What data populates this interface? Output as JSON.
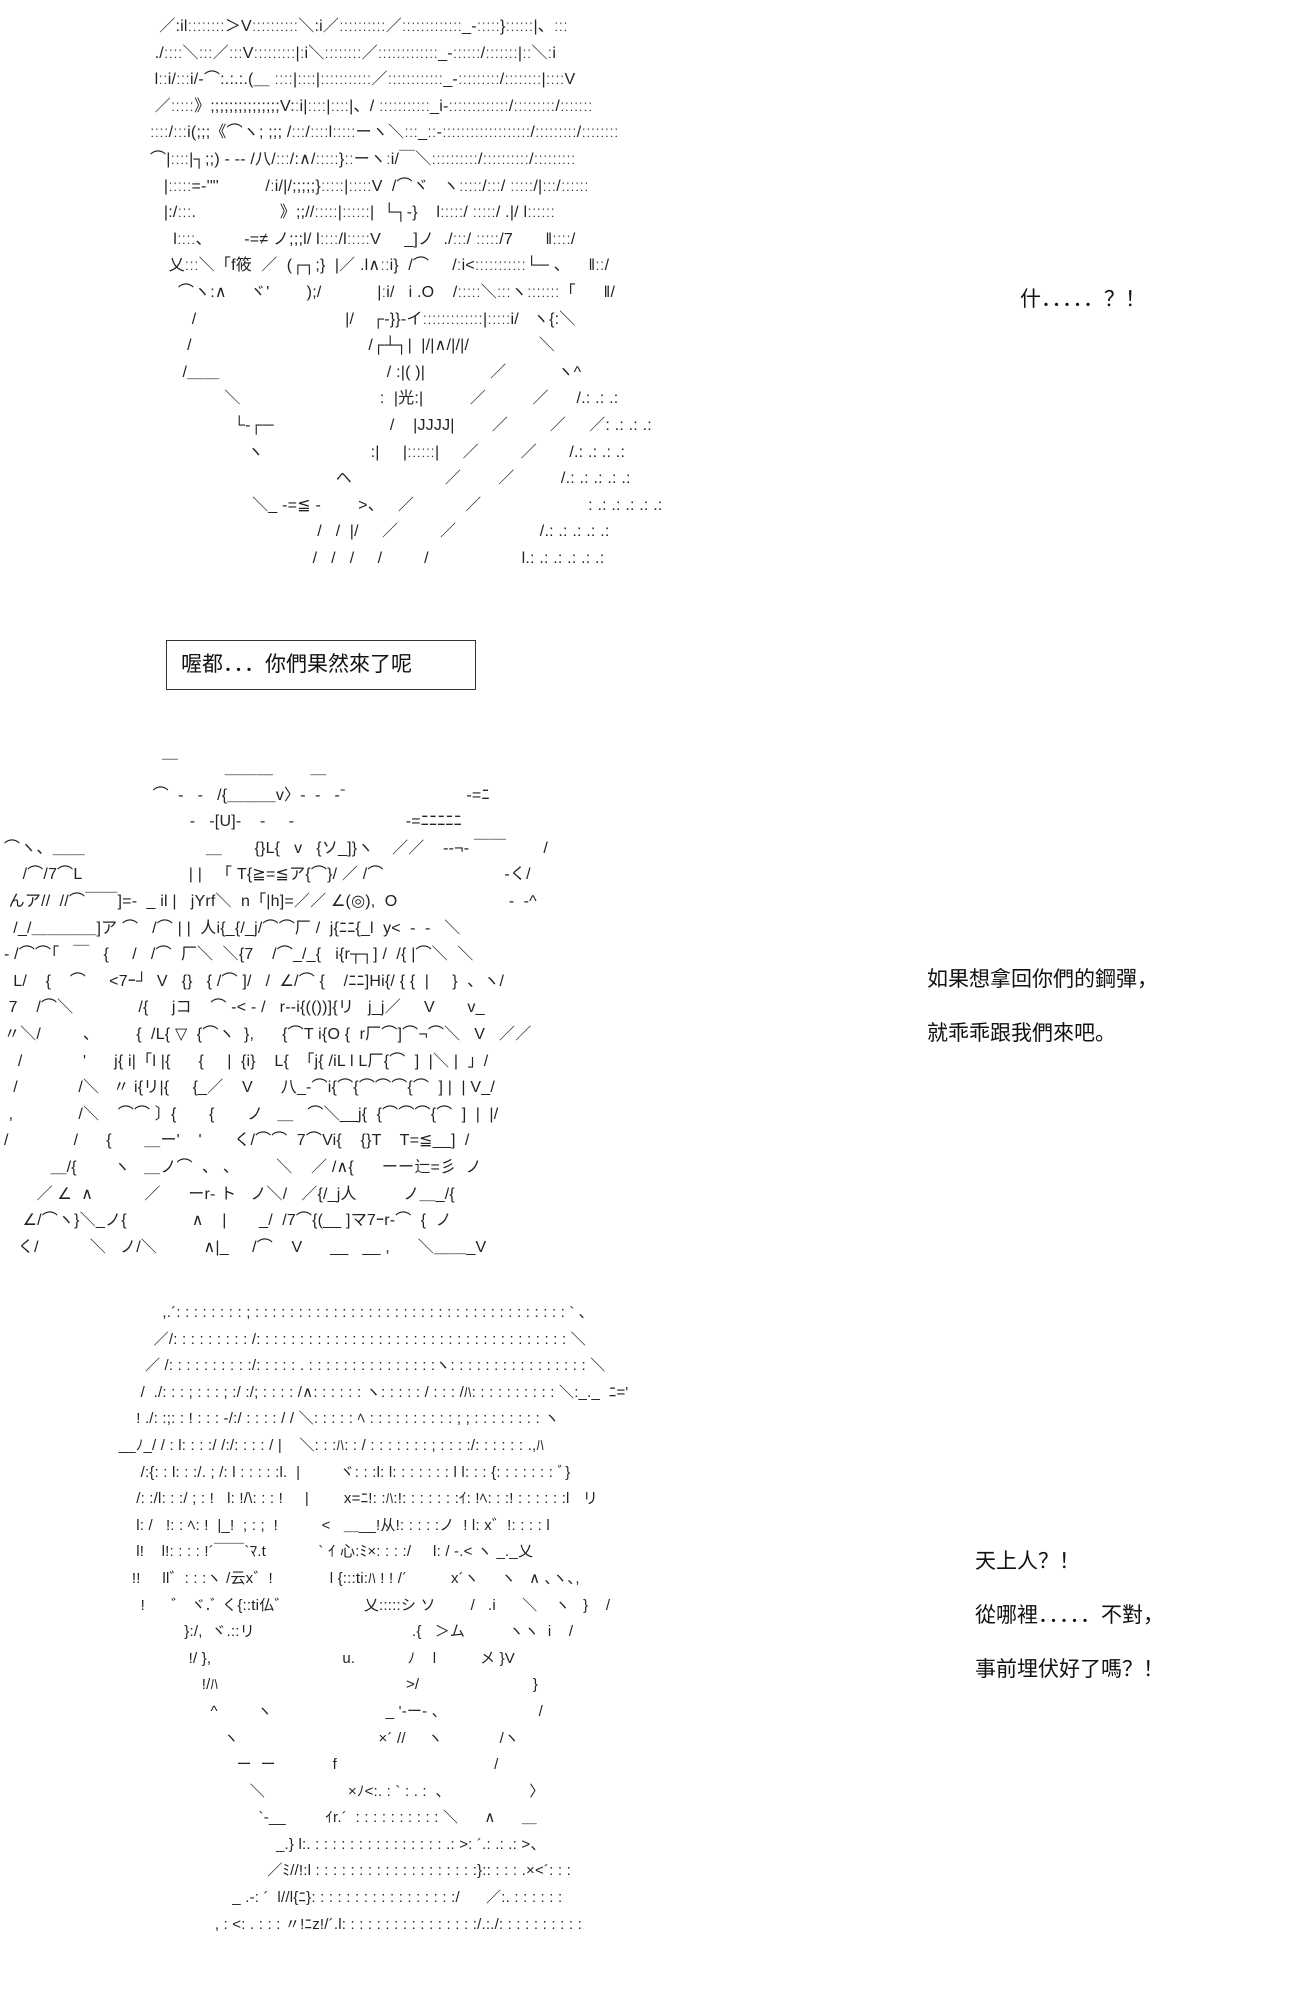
{
  "panel1": {
    "art_lines": [
      "  ／:ilːːːːːːːː＞Vːːːːːːːːːː＼:i／ːːːːːːːːːː／ːːːːːːːːːːːːː_-ːːːːː}ːːːːːː|、ːːː",
      " ./ːːːː＼ːːː／ːːːVːːːːːːːːː|ːi＼ːːːːːːːː／ːːːːːːːːːːːːː_-ːːːːːː/ːːːːːːː|ːː＼ːi",
      " lːːi/ːːːi/-⌒:.:.:.(＿ ːːːː|ːːːː|ːːːːːːːːːːː／ːːːːːːːːːːːː_-ːːːːːːːːː/ːːːːːːːː|ːːːːV",
      " ／ːːːːː》;;;;;;;;;;;;;;;V:ːi|ːːːː|ːːːː|、/ ːːːːːːːːːːː_i-ːːːːːːːːːːːːː/ːːːːːːːːː/ːːːːːːː",
      "ːːːː/ːːːi(;;;《⌒ヽ; ;;; /ːːː/ːːːːlːːːːːーヽ＼ːːː_ːː-ːːːːːːːːːːːːːːːːːːː/ːːːːːːːːː/ːːːːːːːː",
      "⌒|ːːːː|┐;;) ‐ -‐ /八/ːːː/:∧/ːːːːː}ːːーヽːi/￣＼ːːːːːːːːːː/ːːːːːːːːːː/ːːːːːːːːː",
      "   |ːːːːː=-'\"'          /ːi/|/;;;;;}ːːːːː|ːːːːːV  /⌒ヾ   ヽːːːːː/ːːː/ ːːːːː/|ːːː/ːːːːːː",
      "   |:/ːːː.                  》;;//ːːːːː|ːːːːːː|  └┐-}    lːːːːː/ ːːːːː/ .|/ lːːːːːː",
      "     lːːːː、       -=≠ ノ;;;l/ lːːːː/lːːːːːV     _]ノ  ./ːːː/ ːːːːː/7       ‖ːːːː/",
      "    乂ːːː＼「f筱  ／  (┌┐;}  |／ .l∧ːːi}  /⌒     /ːi<ːːːːːːːːːːː└─ 、    ‖ːː/",
      "      ⌒ヽ:∧     ヾ'        );/            |ːi/   i .O    /ːːːːː＼ːːːヽːːːːːːː「      ‖/",
      "         /                                |/    ┌-}}-イːːːːːːːːːːːːː|ːːːːːi/   ヽ{:＼",
      "        /                                      /┌┴┐|  |/|∧/|/|/               ＼",
      "       /＿＿                                    / :|( )|              ／           ヽ^",
      "                ＼                              :  |光:|          ／          ／      /.: .: .:",
      "                  └-┌─                         /    |JJJJ|        ／         ／     ／: .: .: .:",
      "                     ヽ                       :|     |ːːːːːː|     ／         ／       /.: .: .: .:",
      "                                        ヘ                    ／        ／          /.: .: .: .: .:",
      "                      ＼_ -=≦ ‐        >、   ／           ／                       : .: .: .: .: .:",
      "                                    /   /  |/     ／         ／                  /.: .: .: .: .:",
      "                                   /   /   /     /         /                    l.: .: .: .: .: .:"
    ],
    "speech": "什．．．．．？！",
    "box_speech": "喔都．．．你們果然來了呢"
  },
  "panel2": {
    "art_lines": [
      "                                  ￣          ＿＿＿        ＿",
      "                                ⌒  -   -   /{＿＿＿v〉-  -   -ˉ                          -=ﾆ",
      "                                        -   -[U]-    -     -                        -=ﾆﾆﾆﾆﾆ",
      "⌒ヽ、＿＿                          ＿       {}L{   v   {ソ_]}ヽ    ／／    -‐¬‐ ￣￣        /",
      "    /⌒/7⌒L                       | |   「 T{≧=≦ア{⌒}/ ／ /⌒                          -く/",
      " んア//  //⌒￣￣]=-  _ il |   jYrf＼  n「|h]=／／ ∠(◎),  O                        -  -^",
      "  /_/＿＿＿＿]ア ⌒   /⌒ | |  人i{_{/_j/⌒⌒厂 /  j{ﾆﾆ{_l  y<  -  -   ＼",
      "- /⌒⌒｢   ￣   {     /   /⌒  厂＼  ＼{7    /⌒_/_{   i{r┬┐] /  /{ |⌒＼  ＼",
      "  L/    {    ⌒     <7ｰ┘  V   {}   { /⌒ ]/   /  ∠/⌒ {    /ﾆﾆ]Hi{/ { {  |     }  、ヽ/",
      " 7    /⌒＼              /{     jコ    ⌒ -< ‐ /   r‐-i{(())]{リ   j_j／     V       v_",
      "〃＼/         、        {  /L{ ▽  {⌒ヽ  },      {⌒T i{O {  r厂⌒]⌒¬⌒＼   V   ／／",
      "   /             '      j{ i|「l |{      {     |  {i}    L{  「j{ /iL l L厂{⌒  ]  |＼ |  」/",
      "  /             /＼   〃 i{リ|{     {_／    V      八_-⌒i{⌒{⌒⌒⌒{⌒  ] |  | V_/",
      " ,              /＼    ⌒⌒ 〕{       {       ノ   ＿   ⌒＼__j{  {⌒⌒⌒{⌒  ]  |  |/",
      "/              /      {       ＿ー'    '       く/⌒⌒  7⌒Vi{    {}T    T=≦__]  /",
      "          ＿/{        ヽ   ＿ノ⌒  、 、        ＼    ／ /∧{      ーー辷=彡  ノ",
      "       ／ ∠  ∧           ／      ーr- ト   ノ＼/   ／{/_j人          ノ＿_/{",
      "    ∠/⌒ヽ}＼_ノ{              ∧    |       _/  /7⌒{(__ ]マ7ｰr-⌒  {  ノ",
      "   く/           ＼   ノ/＼          ∧|_     /⌒    V      __   __ ,      ＼＿＿_V"
    ],
    "speech_lines": [
      "如果想拿回你們的鋼彈，",
      "就乖乖跟我們來吧。"
    ]
  },
  "panel3": {
    "art_lines": [
      "            ,.´: : : : : : : : ; : : : : : : : : : : : : : : : : : : : : : : : : : : : : : : : : : : : : ` ､",
      "          ／/: : : : : : : : : /: : : : : : : : : : : : : : : : : : : : : : : : : : : : : : : : : : : : ＼",
      "        ／ /: : : : : : : : : :/: : : : : . : : : : : : : : : : : : : : :ヽ: : : : : : : : : : : : : : : : ＼",
      "       /  ./: : : ; : : : ; :/ :/; : : : : /∧: : : : : : ヽ: : : : : / : : : /ﾊ: : : : : : : : : : ＼:_._  ﾆ='",
      "      ! ./: :;: : ! : : : -/:/ : : : : / / ＼: : : : : ﾍ : : : : : : : : : : ; ; : : : : : : : : ヽ",
      "  __ﾉ_/ / : l: : : :/ /:/: : : : / |    ＼: : :ﾊ: : / : : : : : : : ; : : : :/: : : : : : .,ﾊ",
      "       /:{: : l: : :/. ; /: l : : : : :l.  |         ヾ: : :l: l: : : : : : : l l: : : {: : : : : : : ﾞ}",
      "      /: :/l: : :/ ; : !   l: !/\\: : : !     |        x=ﾆ!: :ﾊ:!: : : : : : :ｲ: !ﾍ: : :! : : : : : :l   リ",
      "      l: /   !: : ﾍ: !  |_!  ; : ;  !          <   ＿__!从!: : : : :ノ  ! l: x゛!: : : : l",
      "      l!    l!: : : : !´￣￣`ﾏ.t            ` ｲ 心:ﾐ×: : : :/     l: / ‐.< ヽ _._乂",
      "     !!     ll゛: : :ヽ /云x゛!             l {:::ti:ﾊ ! ! /´          x´ヽ     ヽ   ∧ ､ヽ､,",
      "       !      ゛ ヾ.ﾞ く{::ti仏゛                 乂:::::シ ソ        /   .i      ＼    ヽ   }    /",
      "                 }:/,  ヾ.::リ                                    .{   ＞ム          ヽヽ  i    /",
      "                  !/ },                              u.            ﾉ    l          メ }V",
      "                     !/ﾊ                                           >/                          }",
      "                       ^         ヽ                          _ '‐ー- 、                     /",
      "                          ヽ                                ×´ //     ヽ             /ヽ",
      "                             ー  ー             f                                    /",
      "                                ＼                   ×ﾉ<:. : ` : . :  、                  〉",
      "                                  `-__         ｲr.´  : : : : : : : : : : ＼      ∧      ＿",
      "                                      _.} l:. : : : : : : : : : : : : : : : .: >: ´.: .: .: >、",
      "                                    ／ﾐ//!:l : : : : : : : : : : : : : : : : : : :}:: : : : .×<´: : :",
      "                            _ .-: ´  l//l{ﾆ}: : : : : : : : : : : : : : : : :/      ／:. : : : : : :",
      "                        , : <: . : : : 〃!ﾆz!/´.l: : : : : : : : : : : : : : : :/.:./: : : : : : : : : :"
    ],
    "speech_lines": [
      "天上人？！",
      "從哪裡．．．．．不對，",
      "事前埋伏好了嗎？！"
    ]
  }
}
